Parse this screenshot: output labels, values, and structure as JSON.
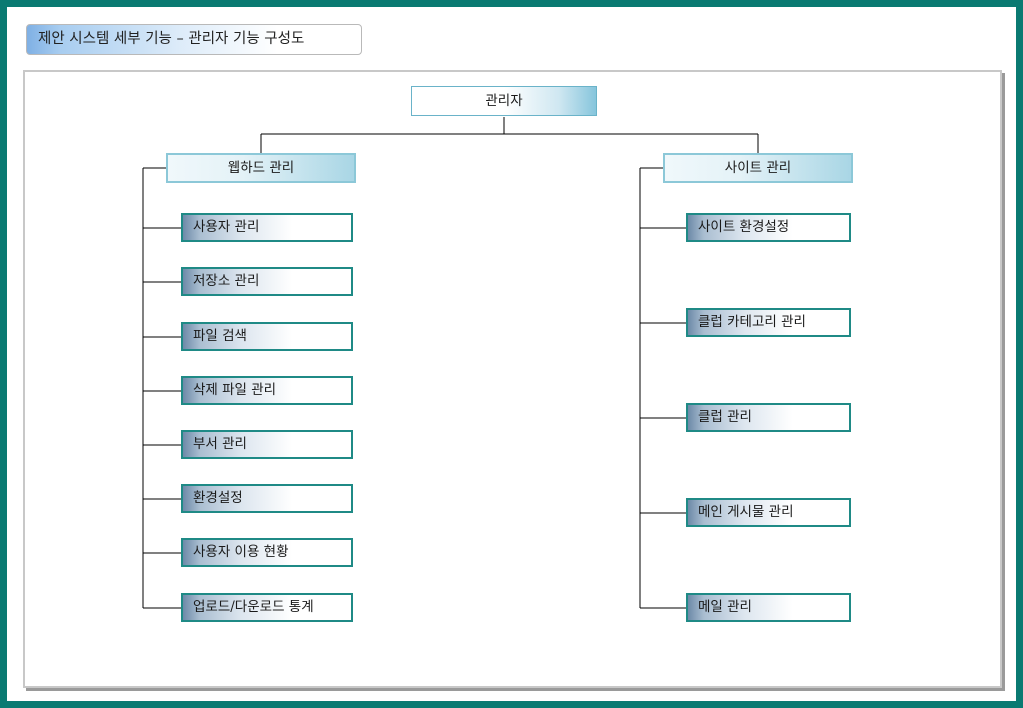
{
  "title": "제안 시스템 세부 기능 – 관리자 기능 구성도",
  "root": {
    "label": "관리자"
  },
  "left": {
    "label": "웹하드 관리",
    "items": [
      "사용자 관리",
      "저장소 관리",
      "파일 검색",
      "삭제 파일 관리",
      "부서 관리",
      "환경설정",
      "사용자 이용 현황",
      "업로드/다운로드 통계"
    ]
  },
  "right": {
    "label": "사이트 관리",
    "items": [
      "사이트 환경설정",
      "클럽 카테고리 관리",
      "클럽 관리",
      "메인 게시물 관리",
      "메일 관리"
    ]
  },
  "colors": {
    "frame": "#0a7a72",
    "leaf_border": "#1f8a86",
    "branch_border": "#8cc8d8",
    "root_border": "#6ab3c9"
  }
}
